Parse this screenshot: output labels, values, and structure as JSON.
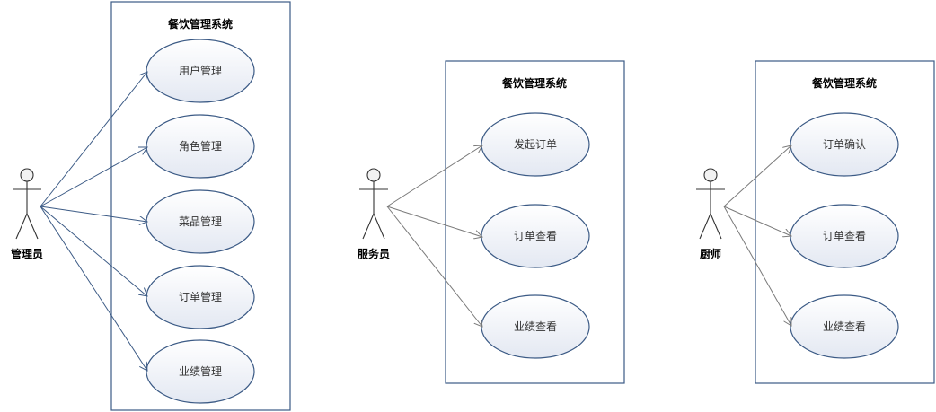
{
  "diagram": {
    "groups": [
      {
        "id": "admin",
        "system_title": "餐饮管理系统",
        "actor": "管理员",
        "line_color": "#3b5a85",
        "use_cases": [
          "用户管理",
          "角色管理",
          "菜品管理",
          "订单管理",
          "业绩管理"
        ]
      },
      {
        "id": "waiter",
        "system_title": "餐饮管理系统",
        "actor": "服务员",
        "line_color": "#7a7a7a",
        "use_cases": [
          "发起订单",
          "订单查看",
          "业绩查看"
        ]
      },
      {
        "id": "chef",
        "system_title": "餐饮管理系统",
        "actor": "厨师",
        "line_color": "#7a7a7a",
        "use_cases": [
          "订单确认",
          "订单查看",
          "业绩查看"
        ]
      }
    ]
  }
}
